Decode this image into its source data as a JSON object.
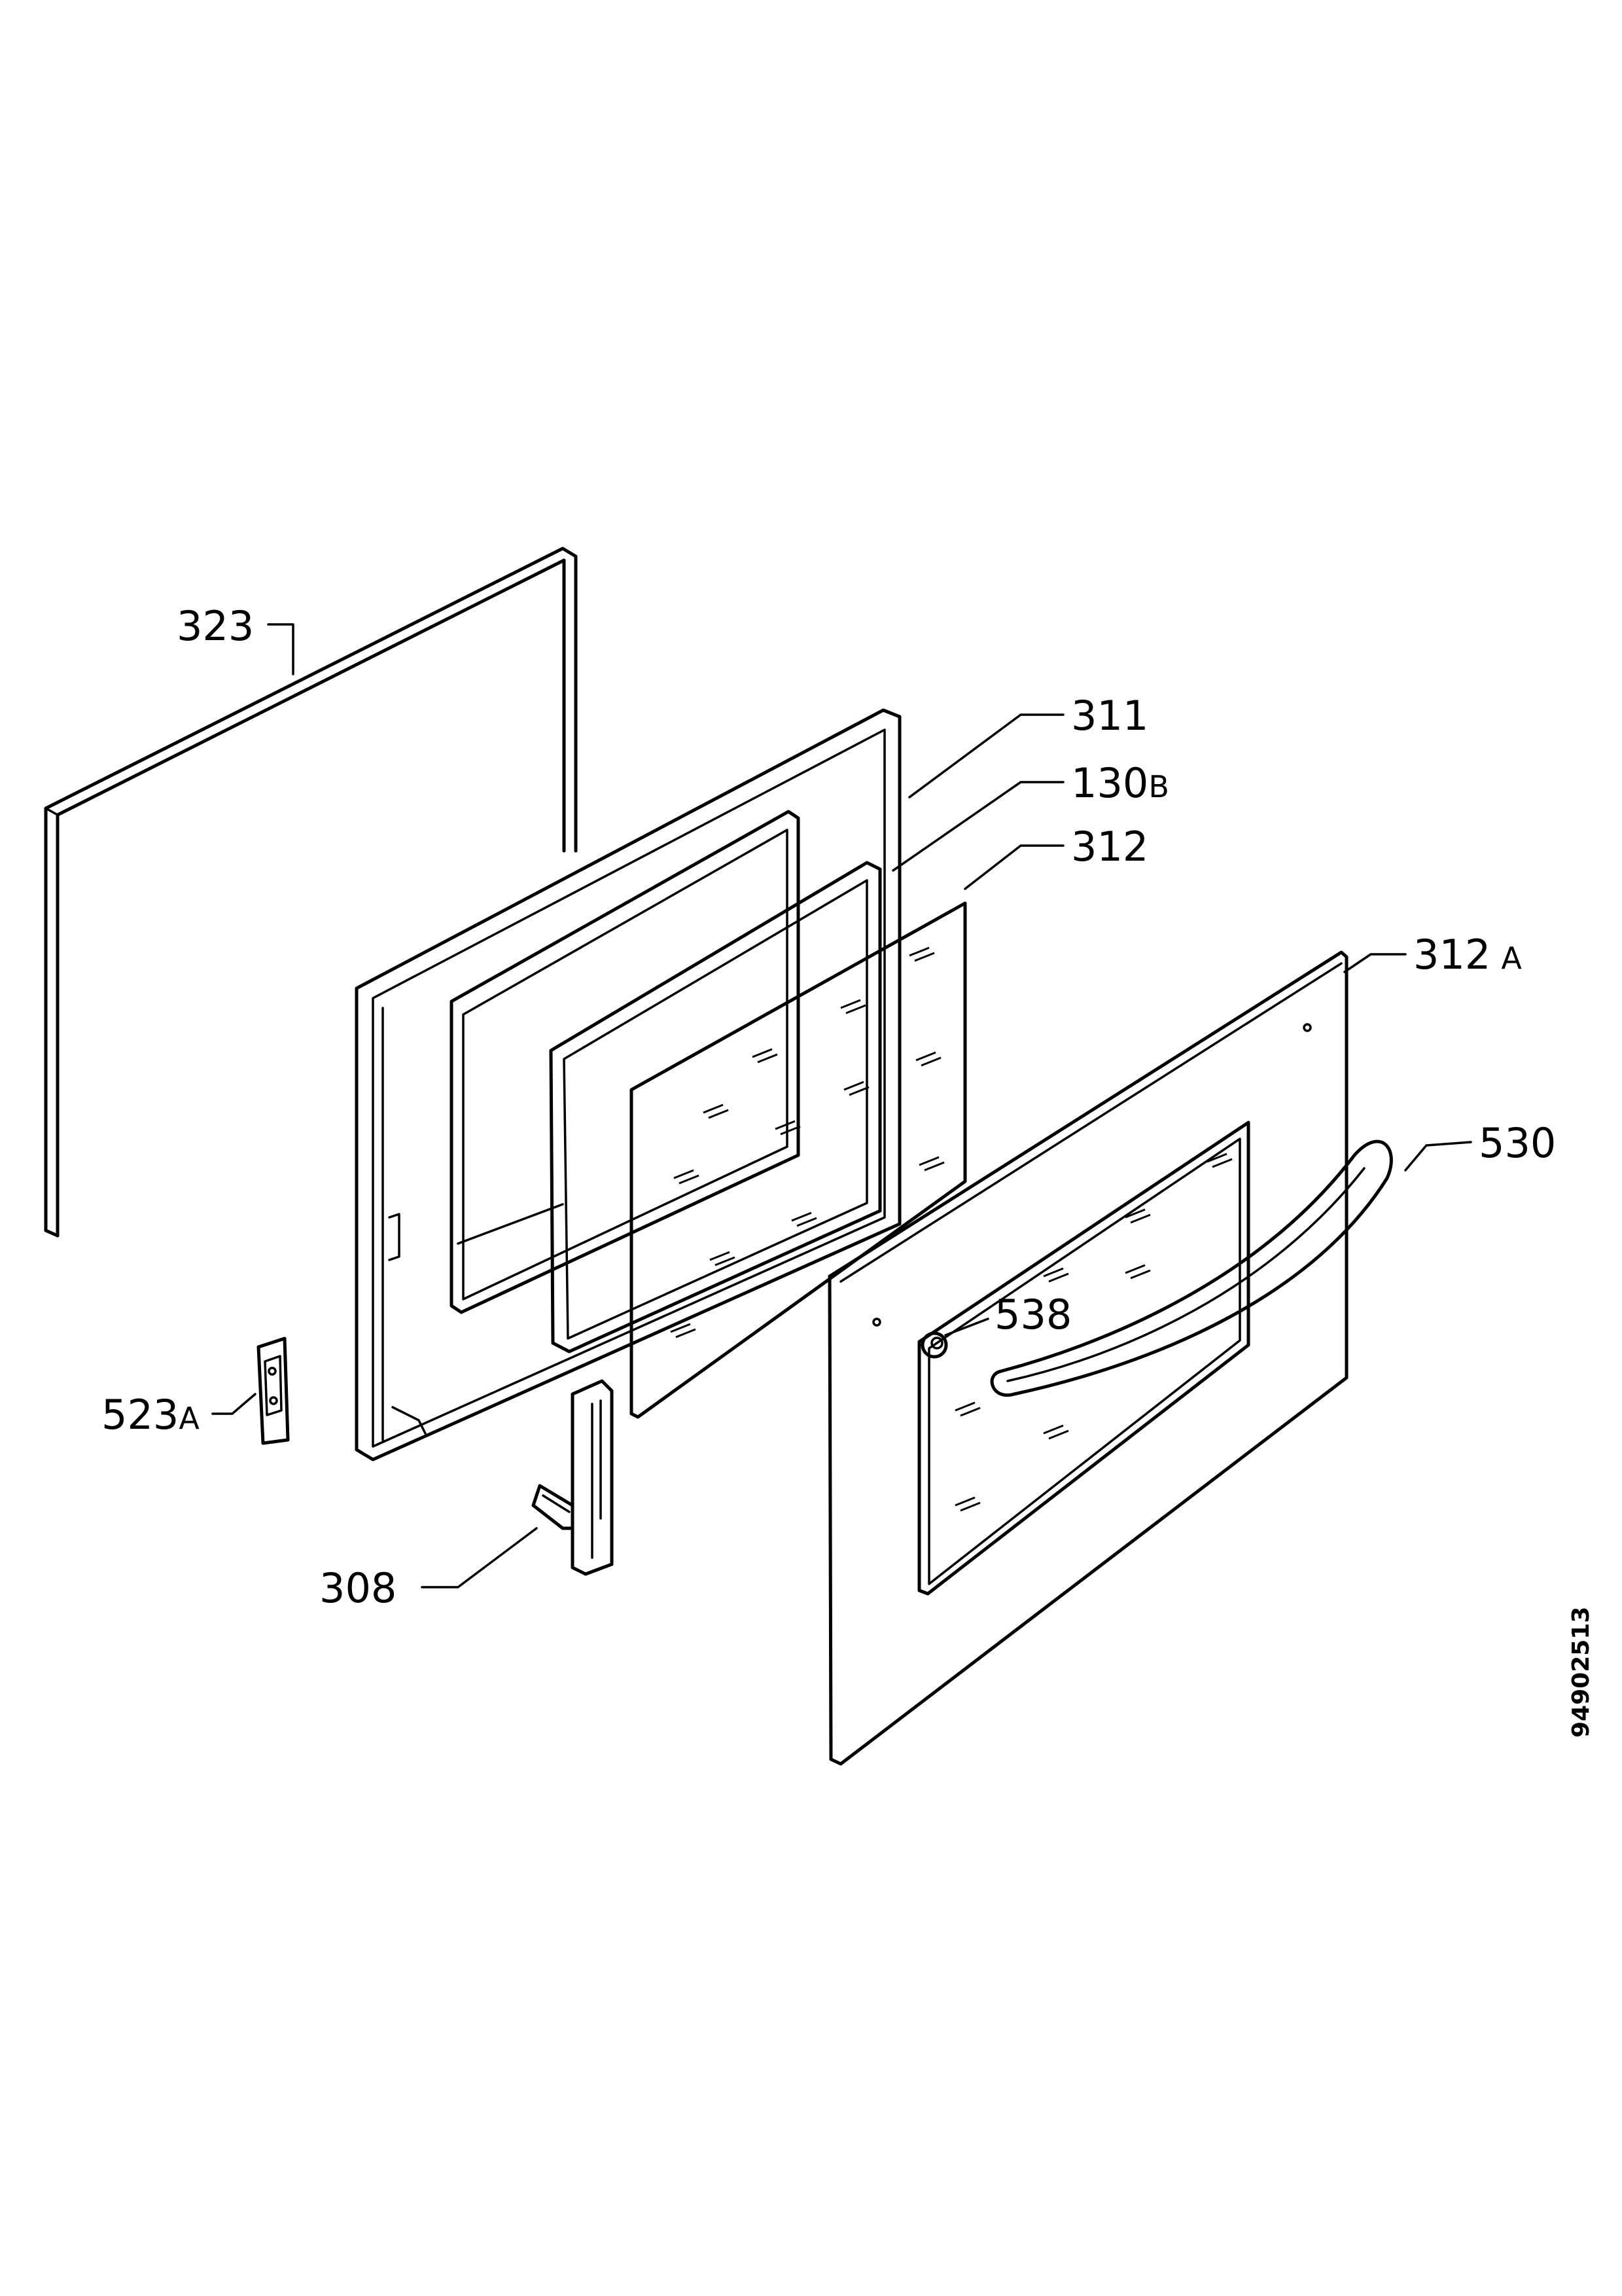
{
  "diagram": {
    "drawing_code": "94902513",
    "callouts": [
      {
        "id": "323",
        "num": "323",
        "suffix": ""
      },
      {
        "id": "311",
        "num": "311",
        "suffix": ""
      },
      {
        "id": "130b",
        "num": "130",
        "suffix": "B"
      },
      {
        "id": "312",
        "num": "312",
        "suffix": ""
      },
      {
        "id": "312a",
        "num": "312",
        "suffix": "A"
      },
      {
        "id": "530",
        "num": "530",
        "suffix": ""
      },
      {
        "id": "538",
        "num": "538",
        "suffix": ""
      },
      {
        "id": "523a",
        "num": "523",
        "suffix": "A"
      },
      {
        "id": "308",
        "num": "308",
        "suffix": ""
      }
    ]
  }
}
